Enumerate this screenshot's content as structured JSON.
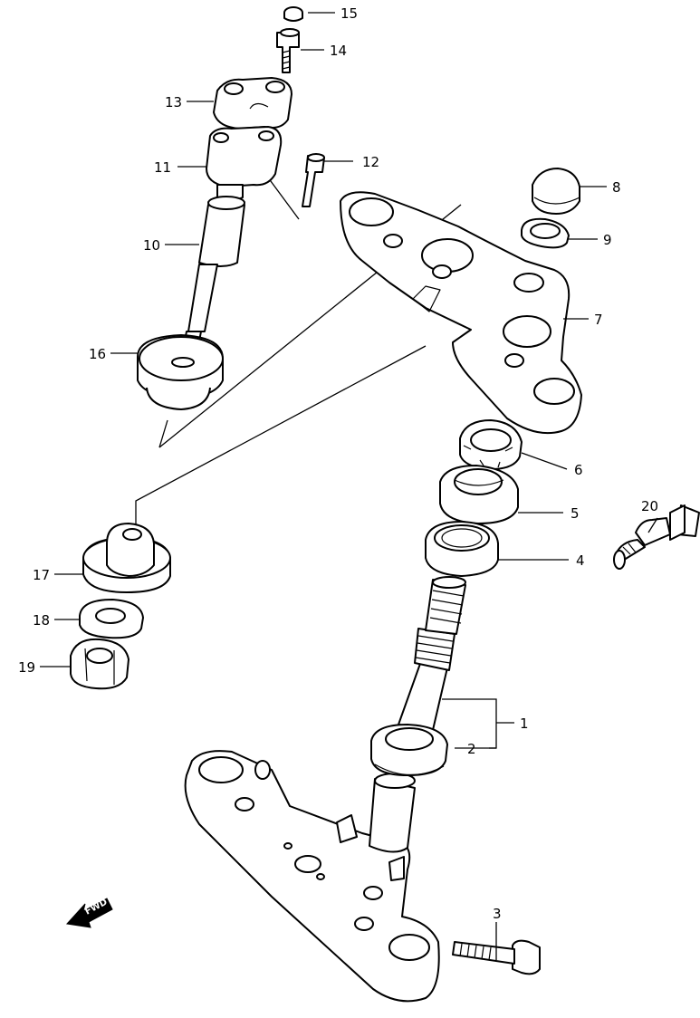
{
  "callouts": {
    "p1": "1",
    "p2": "2",
    "p3": "3",
    "p4": "4",
    "p5": "5",
    "p6": "6",
    "p7": "7",
    "p8": "8",
    "p9": "9",
    "p10": "10",
    "p11": "11",
    "p12": "12",
    "p13": "13",
    "p14": "14",
    "p15": "15",
    "p16": "16",
    "p17": "17",
    "p18": "18",
    "p19": "19",
    "p20": "20"
  },
  "direction_marker": {
    "label": "FWD",
    "icon": "fwd-arrow-icon"
  },
  "colors": {
    "line": "#000000",
    "background": "#ffffff"
  }
}
